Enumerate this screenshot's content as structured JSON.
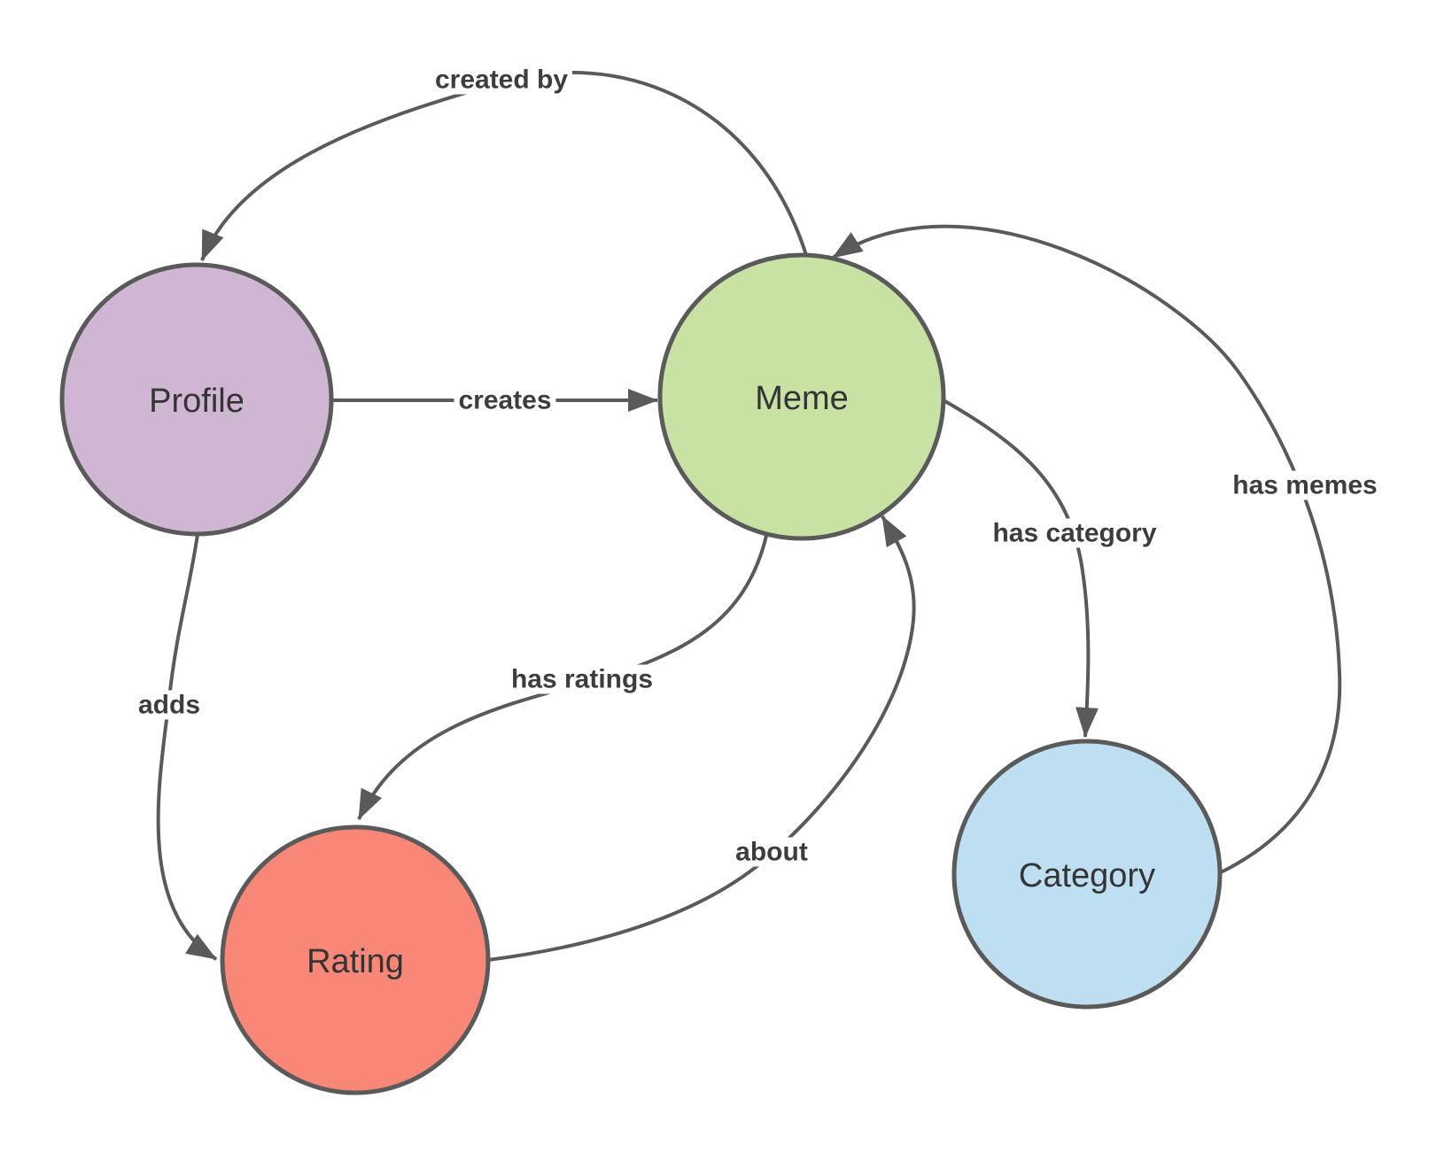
{
  "diagram": {
    "background_color": "#ffffff",
    "stroke_color": "#5a5a5a",
    "node_text_color": "#343434",
    "edge_text_color": "#3d3d3d",
    "nodes": [
      {
        "id": "profile",
        "label": "Profile",
        "fill": "#cfb6d3"
      },
      {
        "id": "meme",
        "label": "Meme",
        "fill": "#c7e2a3"
      },
      {
        "id": "rating",
        "label": "Rating",
        "fill": "#f98777"
      },
      {
        "id": "category",
        "label": "Category",
        "fill": "#bedff2"
      }
    ],
    "edges": [
      {
        "label": "created by",
        "from": "meme",
        "to": "profile"
      },
      {
        "label": "creates",
        "from": "profile",
        "to": "meme"
      },
      {
        "label": "adds",
        "from": "profile",
        "to": "rating"
      },
      {
        "label": "has ratings",
        "from": "meme",
        "to": "rating"
      },
      {
        "label": "about",
        "from": "rating",
        "to": "meme"
      },
      {
        "label": "has category",
        "from": "meme",
        "to": "category"
      },
      {
        "label": "has memes",
        "from": "category",
        "to": "meme"
      }
    ]
  }
}
